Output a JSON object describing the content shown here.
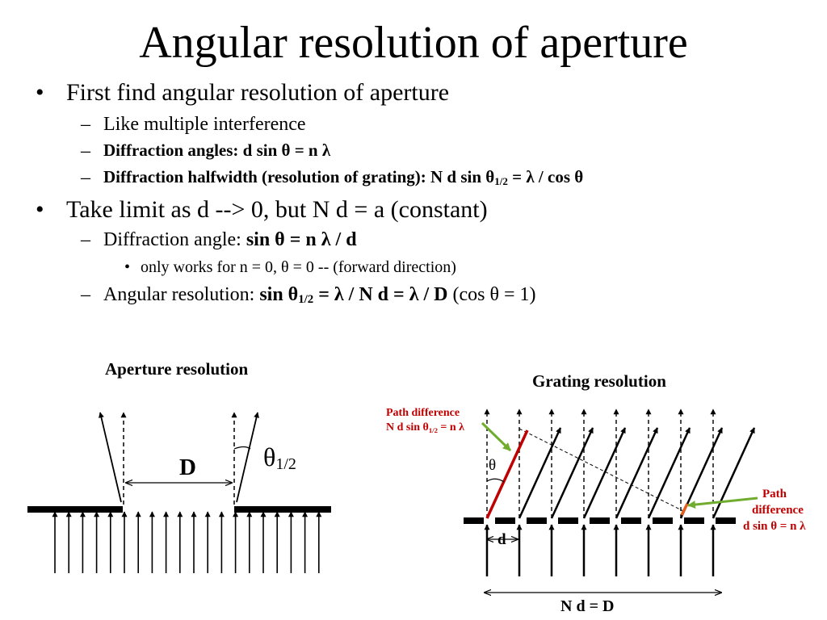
{
  "slide": {
    "title": "Angular resolution of aperture",
    "bullets": {
      "b1": "First find angular resolution of aperture",
      "b1_1": "Like multiple interference",
      "b1_2": "Diffraction angles:  d sin θ = n λ",
      "b1_3_main": "Diffraction halfwidth (resolution of grating):  N d sin θ",
      "b1_3_sub": "1/2",
      "b1_3_tail": " =  λ / cos θ",
      "b2": "Take limit as d --> 0, but N d = a (constant)",
      "b2_1_plain": "Diffraction angle: ",
      "b2_1_bold": "sin θ = n λ / d",
      "b2_1_1": "only works for n = 0, θ = 0 -- (forward direction)",
      "b2_2_plain": "Angular resolution: ",
      "b2_2_bold1": "sin θ",
      "b2_2_sub": "1/2",
      "b2_2_bold2": " =  λ / N d =  λ / D",
      "b2_2_tail": "  (cos θ = 1)"
    },
    "markers": {
      "level1": "•",
      "level2": "–",
      "level3": "•"
    }
  },
  "figures": {
    "aperture": {
      "caption": "Aperture resolution",
      "d_label": "D",
      "theta_symbol": "θ",
      "theta_sub": "1/2"
    },
    "grating": {
      "caption": "Grating resolution",
      "path_diff_1_line1": "Path difference",
      "path_diff_1_line2": "N d sin θ",
      "path_diff_1_sub": "1/2",
      "path_diff_1_tail": " = n λ",
      "theta_label": "θ",
      "d_label": "d",
      "path_diff_2_line1": "Path",
      "path_diff_2_line2": "difference",
      "path_diff_2_line3": "d sin θ = n λ",
      "bottom_label": "N d = D"
    }
  },
  "colors": {
    "red": "#c00000",
    "green": "#70ad2f"
  }
}
